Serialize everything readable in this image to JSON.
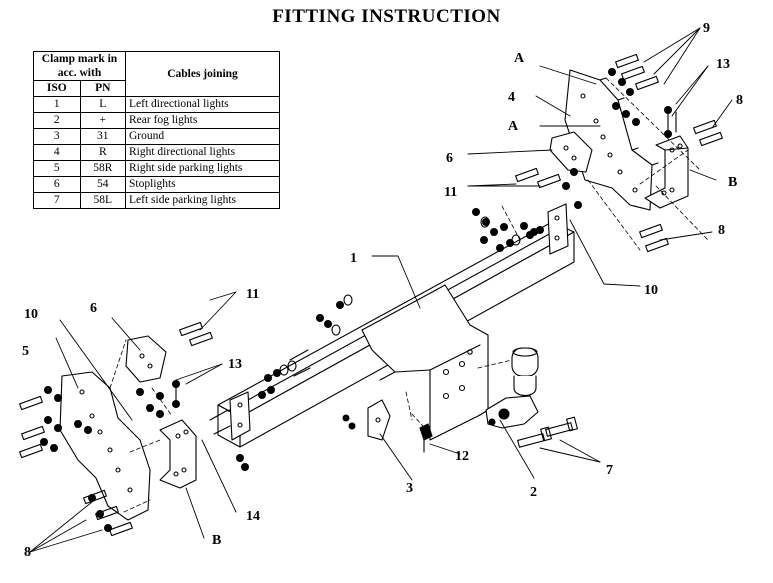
{
  "title": "FITTING INSTRUCTION",
  "table": {
    "header_clamp": "Clamp mark in acc. with",
    "header_cables": "Cables joining",
    "header_iso": "ISO",
    "header_pn": "PN",
    "rows": [
      {
        "iso": "1",
        "pn": "L",
        "desc": "Left directional lights"
      },
      {
        "iso": "2",
        "pn": "+",
        "desc": "Rear fog lights"
      },
      {
        "iso": "3",
        "pn": "31",
        "desc": "Ground"
      },
      {
        "iso": "4",
        "pn": "R",
        "desc": "Right directional lights"
      },
      {
        "iso": "5",
        "pn": "58R",
        "desc": "Right side parking lights"
      },
      {
        "iso": "6",
        "pn": "54",
        "desc": "Stoplights"
      },
      {
        "iso": "7",
        "pn": "58L",
        "desc": "Left side parking lights"
      }
    ]
  },
  "labels": {
    "l1": "1",
    "l2": "2",
    "l3": "3",
    "l4": "4",
    "l5": "5",
    "l6a": "6",
    "l6b": "6",
    "l7": "7",
    "l8a": "8",
    "l8b": "8",
    "l8c": "8",
    "l9": "9",
    "l10a": "10",
    "l10b": "10",
    "l11a": "11",
    "l11b": "11",
    "l12": "12",
    "l13a": "13",
    "l13b": "13",
    "l14": "14",
    "lAa": "A",
    "lAb": "A",
    "lBa": "B",
    "lBb": "B"
  }
}
